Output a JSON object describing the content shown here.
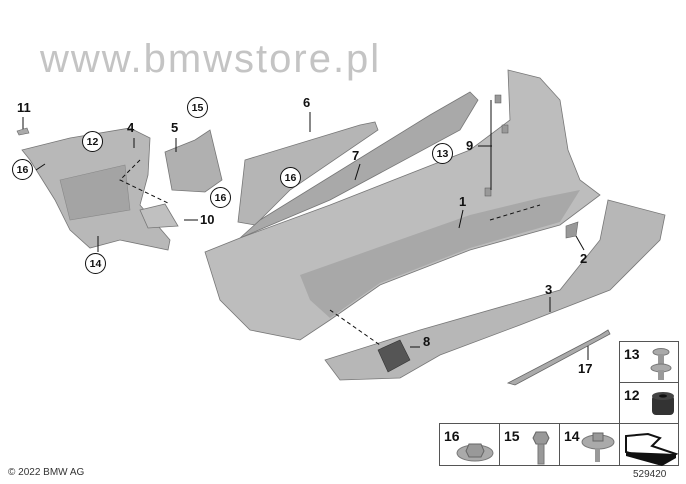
{
  "copyright": "© 2022 BMW AG",
  "diagram_id": "529420",
  "watermark": "www.bmwstore.pl",
  "labels": {
    "p1": "1",
    "p2": "2",
    "p3": "3",
    "p4": "4",
    "p5": "5",
    "p6": "6",
    "p7": "7",
    "p8": "8",
    "p9": "9",
    "p10": "10",
    "p11": "11",
    "p17": "17"
  },
  "circled": {
    "c12": "12",
    "c15": "15",
    "c16a": "16",
    "c16b": "16",
    "c16c": "16",
    "c13": "13",
    "c14": "14"
  },
  "legend_boxes": {
    "b13": "13",
    "b12": "12",
    "b16": "16",
    "b15": "15",
    "b14": "14"
  },
  "colors": {
    "part": "#b4b4b4",
    "part_dark": "#8a8a8a",
    "watermark": "#9a9a9a"
  }
}
